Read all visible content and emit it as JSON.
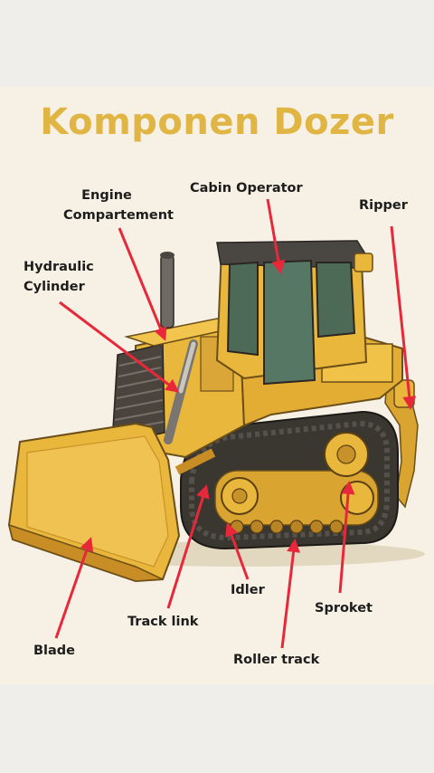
{
  "title": "Komponen Dozer",
  "labels": {
    "engine_line1": "Engine",
    "engine_line2": "Compartement",
    "cabin": "Cabin Operator",
    "ripper": "Ripper",
    "hydraulic_line1": "Hydraulic",
    "hydraulic_line2": "Cylinder",
    "idler": "Idler",
    "sproket": "Sproket",
    "track_link": "Track link",
    "blade": "Blade",
    "roller_track": "Roller track"
  },
  "colors": {
    "title": "#e0b544",
    "arrow": "#e8283a",
    "body_yellow": "#e9b73c",
    "track": "#3a3630"
  }
}
